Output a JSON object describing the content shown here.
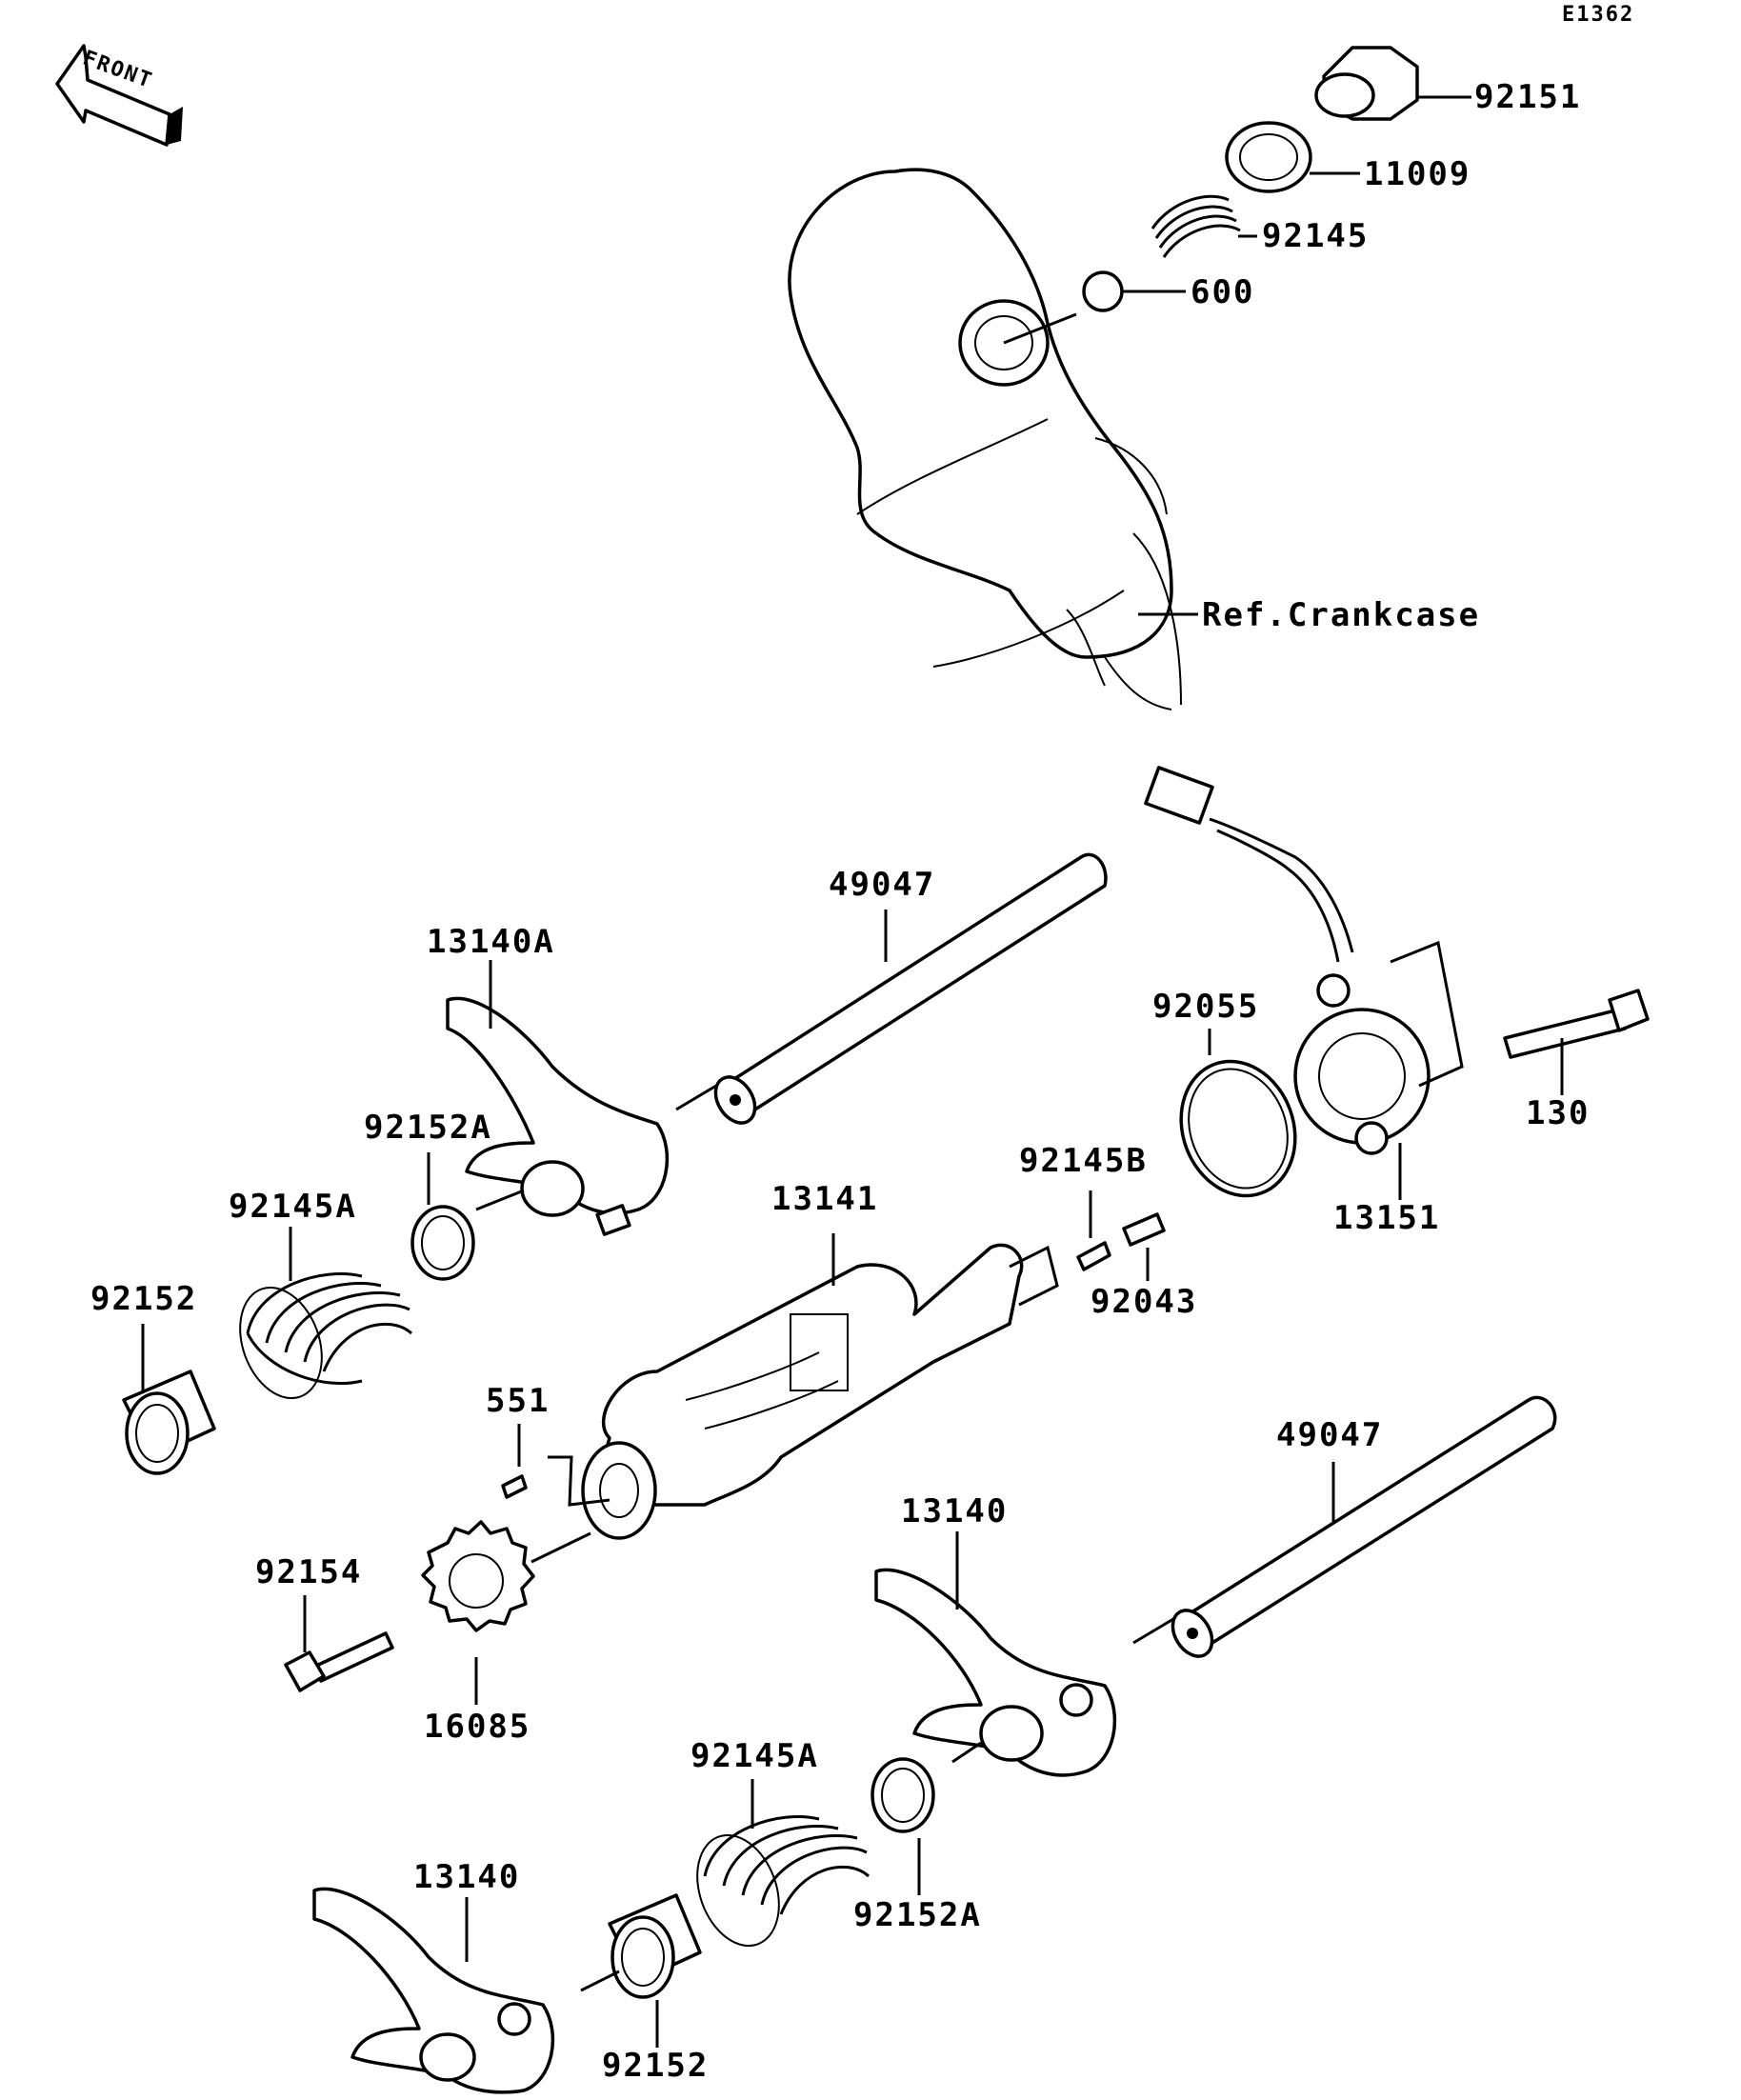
{
  "diagram_code": "E1362",
  "front_label": "FRONT",
  "reference_label": "Ref.Crankcase",
  "callouts": {
    "p92151": "92151",
    "p11009": "11009",
    "p92145": "92145",
    "p600": "600",
    "p49047_top": "49047",
    "p13140A": "13140A",
    "p92055": "92055",
    "p92152A_top": "92152A",
    "p92145A_top": "92145A",
    "p130": "130",
    "p92145B": "92145B",
    "p13141": "13141",
    "p92152_top": "92152",
    "p13151": "13151",
    "p92043": "92043",
    "p551": "551",
    "p49047_bottom": "49047",
    "p13140_mid": "13140",
    "p92154": "92154",
    "p16085": "16085",
    "p92145A_bottom": "92145A",
    "p13140_bottom": "13140",
    "p92152A_bottom": "92152A",
    "p92152_bottom": "92152"
  }
}
